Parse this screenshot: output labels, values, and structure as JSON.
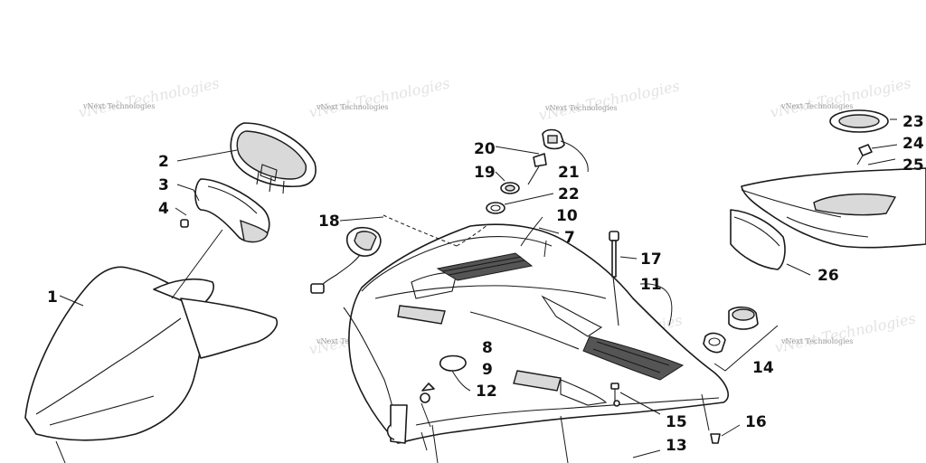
{
  "watermark": "vNext Technologies",
  "callouts": [
    {
      "id": "c1",
      "label": "1"
    },
    {
      "id": "c2",
      "label": "2"
    },
    {
      "id": "c3",
      "label": "3"
    },
    {
      "id": "c4",
      "label": "4"
    },
    {
      "id": "c7",
      "label": "7"
    },
    {
      "id": "c8",
      "label": "8"
    },
    {
      "id": "c9",
      "label": "9"
    },
    {
      "id": "c10",
      "label": "10"
    },
    {
      "id": "c11",
      "label": "11"
    },
    {
      "id": "c12",
      "label": "12"
    },
    {
      "id": "c13",
      "label": "13"
    },
    {
      "id": "c14",
      "label": "14"
    },
    {
      "id": "c15",
      "label": "15"
    },
    {
      "id": "c16",
      "label": "16"
    },
    {
      "id": "c17",
      "label": "17"
    },
    {
      "id": "c18",
      "label": "18"
    },
    {
      "id": "c19",
      "label": "19"
    },
    {
      "id": "c20",
      "label": "20"
    },
    {
      "id": "c21",
      "label": "21"
    },
    {
      "id": "c22",
      "label": "22"
    },
    {
      "id": "c23",
      "label": "23"
    },
    {
      "id": "c24",
      "label": "24"
    },
    {
      "id": "c25",
      "label": "25"
    },
    {
      "id": "c26",
      "label": "26"
    }
  ]
}
